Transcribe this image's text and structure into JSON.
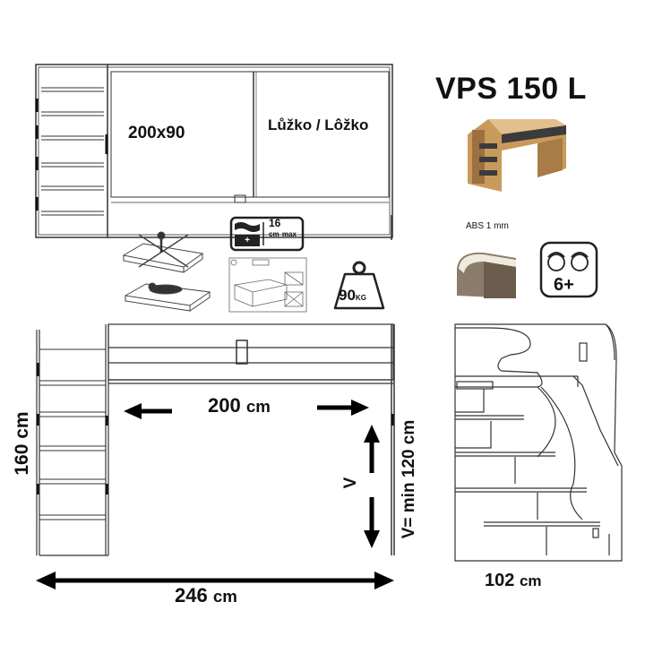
{
  "title": "VPS 150 L",
  "top_view": {
    "size_label": "200x90",
    "bed_label": "Lůžko / Lôžko"
  },
  "icons": {
    "mattress_height": "16",
    "mattress_unit": "cm",
    "mattress_qualifier": "max",
    "weight_value": "90",
    "weight_unit": "KG",
    "edge_label": "ABS 1 mm",
    "age_label": "6+"
  },
  "dimensions": {
    "bed_length": "200",
    "bed_length_unit": "cm",
    "total_length": "246",
    "total_length_unit": "cm",
    "height": "160 cm",
    "depth": "102",
    "depth_unit": "cm",
    "clearance": "V= min 120 cm",
    "clearance_letter": "V"
  },
  "colors": {
    "line": "#333333",
    "arrow": "#000000",
    "wood": "#b98a4e",
    "dark_panel": "#3b3b3b",
    "stone": "#8a7b6a"
  }
}
